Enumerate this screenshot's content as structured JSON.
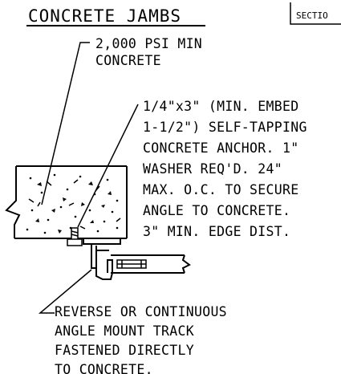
{
  "drawing": {
    "title": "CONCRETE JAMBS",
    "section_tag": "SECTIO",
    "callouts": [
      {
        "lines": [
          "2,000 PSI MIN",
          "CONCRETE"
        ]
      },
      {
        "lines": [
          "1/4\"x3\" (MIN. EMBED",
          "1-1/2\") SELF-TAPPING",
          "CONCRETE ANCHOR. 1\"",
          "WASHER REQ'D. 24\"",
          "MAX. O.C. TO SECURE",
          "ANGLE TO CONCRETE.",
          "3\" MIN. EDGE DIST."
        ]
      },
      {
        "lines": [
          "REVERSE OR CONTINUOUS",
          "ANGLE MOUNT TRACK",
          "FASTENED DIRECTLY",
          "TO CONCRETE."
        ]
      }
    ]
  }
}
